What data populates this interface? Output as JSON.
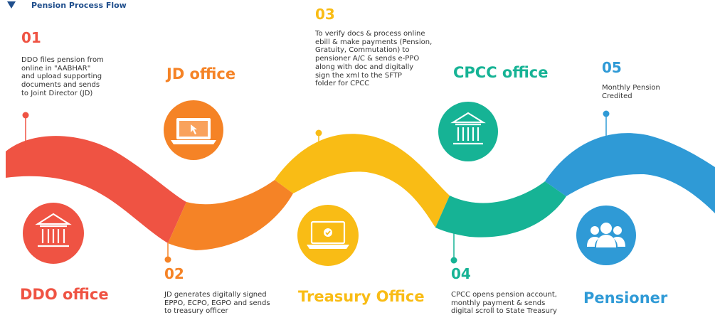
{
  "header": {
    "title": "Pension Process Flow",
    "marker_color": "#1f4e8c"
  },
  "steps": [
    {
      "number": "01",
      "office": "DDO office",
      "color": "#ef5343",
      "icon": "bank-icon",
      "lines": [
        "DDO files pension from",
        "online in \"AABHAR\"",
        "and upload supporting",
        "documents and sends",
        "to Joint Director (JD)"
      ]
    },
    {
      "number": "02",
      "office": "JD office",
      "color": "#f58326",
      "icon": "laptop-cursor-icon",
      "lines": [
        "JD generates digitally signed",
        "EPPO, ECPO, EGPO and sends",
        "to treasury officer"
      ]
    },
    {
      "number": "03",
      "office": "Treasury Office",
      "color": "#f9bc15",
      "icon": "laptop-check-icon",
      "lines": [
        "To verify docs & process online",
        "ebill & make payments (Pension,",
        "Gratuity, Commutation) to",
        "pensioner A/C & sends e-PPO",
        "along with doc and digitally",
        "sign the xml to the SFTP",
        "folder for CPCC"
      ]
    },
    {
      "number": "04",
      "office": "CPCC office",
      "color": "#16b395",
      "icon": "bank-icon",
      "lines": [
        "CPCC opens pension account,",
        "monthly payment & sends",
        "digital scroll to State Treasury"
      ]
    },
    {
      "number": "05",
      "office": "Pensioner",
      "color": "#2f9ad6",
      "icon": "people-icon",
      "lines": [
        "Monthly Pension",
        "Credited"
      ]
    }
  ]
}
